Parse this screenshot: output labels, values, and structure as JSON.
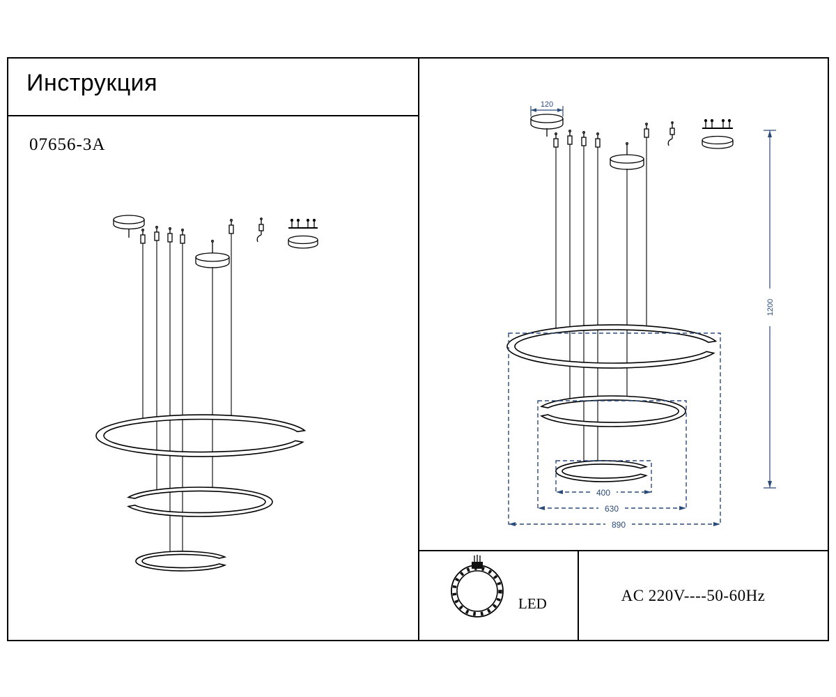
{
  "page": {
    "title": "Инструкция",
    "model": "07656-3A"
  },
  "dims": {
    "canopy_width": "120",
    "drop_height": "1200",
    "ring_small": "400",
    "ring_middle": "630",
    "ring_large": "890"
  },
  "footer": {
    "led_label": "LED",
    "power_rating": "AC 220V----50-60Hz"
  },
  "colors": {
    "dimension": "#2a4a7b",
    "line": "#000000"
  }
}
